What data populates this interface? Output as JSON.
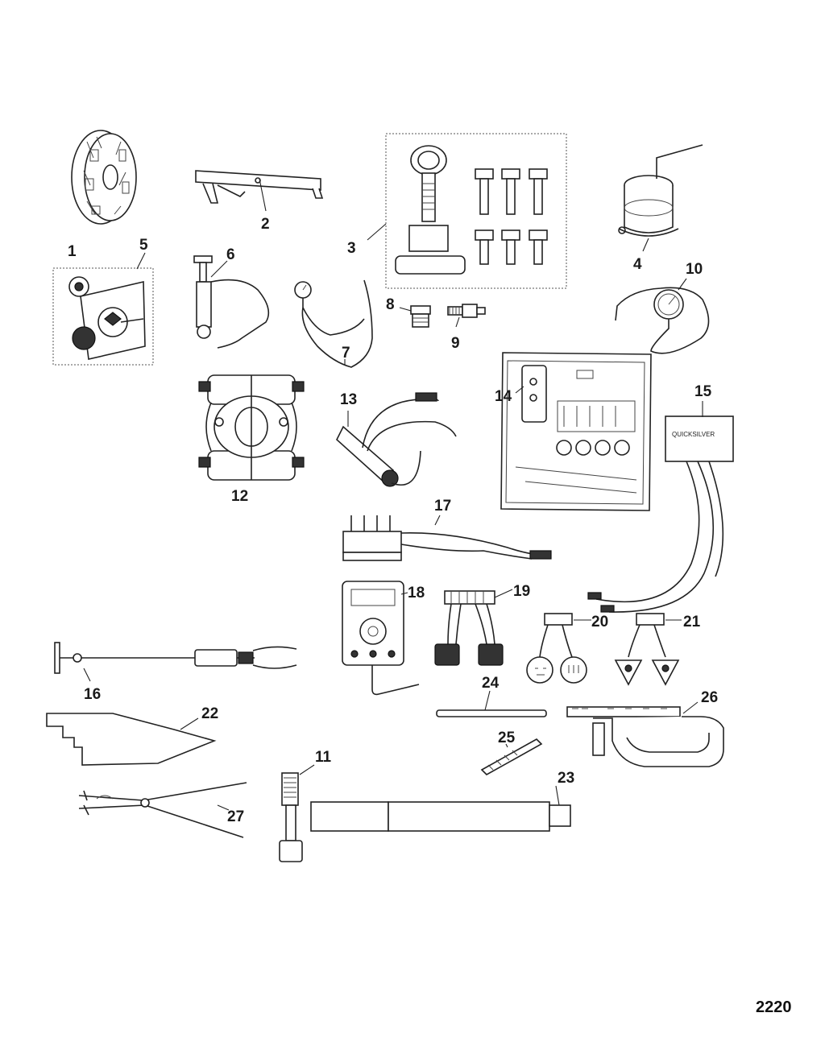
{
  "callouts": {
    "c1": "1",
    "c2": "2",
    "c3": "3",
    "c4": "4",
    "c5": "5",
    "c6": "6",
    "c7": "7",
    "c8": "8",
    "c9": "9",
    "c10": "10",
    "c11": "11",
    "c12": "12",
    "c13": "13",
    "c14": "14",
    "c15": "15",
    "c16": "16",
    "c17": "17",
    "c18": "18",
    "c19": "19",
    "c20": "20",
    "c21": "21",
    "c22": "22",
    "c23": "23",
    "c24": "24",
    "c25": "25",
    "c26": "26",
    "c27": "27"
  },
  "brand_label": "QUICKSILVER",
  "diagram_code": "2220"
}
